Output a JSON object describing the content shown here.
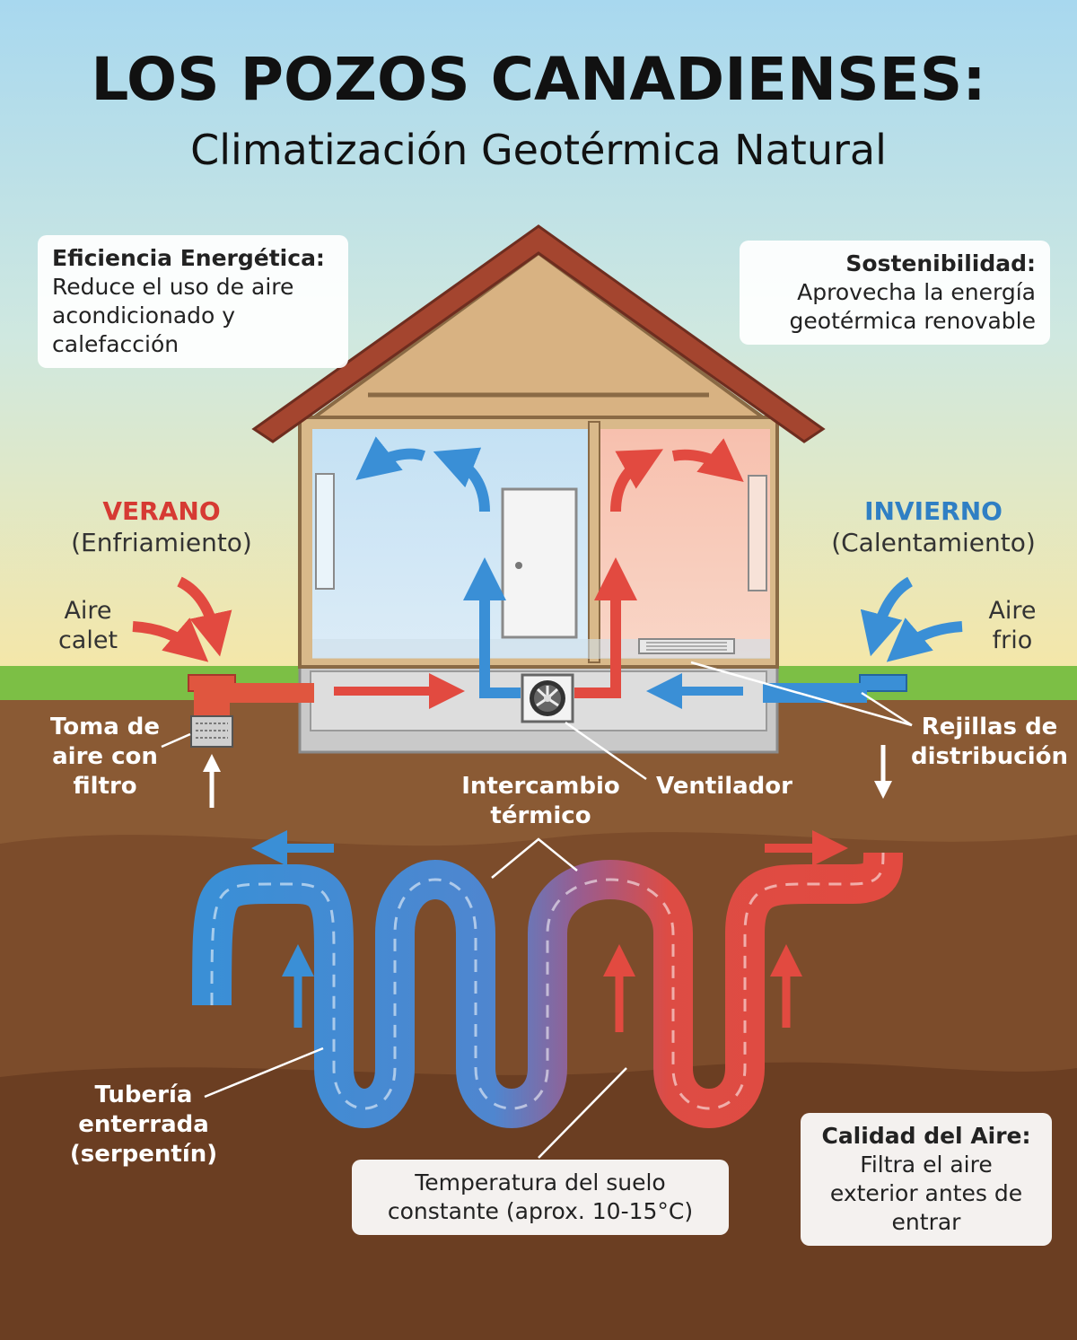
{
  "title": "LOS POZOS CANADIENSES:",
  "subtitle": "Climatización Geotérmica Natural",
  "callouts": {
    "efficiency": {
      "heading": "Eficiencia Energética:",
      "body": "Reduce el uso de aire acondicionado y calefacción"
    },
    "sustainability": {
      "heading": "Sostenibilidad:",
      "body": "Aprovecha la energía geotérmica renovable"
    },
    "air_quality": {
      "heading": "Calidad del Aire:",
      "body": "Filtra el aire exterior antes de entrar"
    },
    "ground_temp": {
      "body": "Temperatura del suelo constante (aprox. 10-15°C)"
    }
  },
  "seasons": {
    "summer": {
      "name": "VERANO",
      "sub": "(Enfriamiento)",
      "air": "Aire calet",
      "color": "#d63a33"
    },
    "winter": {
      "name": "INVIERNO",
      "sub": "(Calentamiento)",
      "air": "Aire frio",
      "color": "#2f7fc4"
    }
  },
  "labels": {
    "intake": "Toma de aire con filtro",
    "vents": "Rejillas de distribución",
    "fan": "Ventilador",
    "exchange": "Intercambio térmico",
    "pipe": "Tubería enterrada (serpentín)"
  },
  "colors": {
    "sky_top": "#a8d8ef",
    "sky_bottom": "#f5e7a8",
    "grass": "#7cbf45",
    "soil_light": "#8b5a33",
    "soil_dark": "#6e4024",
    "cold": "#3a8fd6",
    "hot": "#e24a40",
    "roof": "#a4452f",
    "room_cold": "#cfe6f5",
    "room_warm": "#f7c6b4"
  }
}
